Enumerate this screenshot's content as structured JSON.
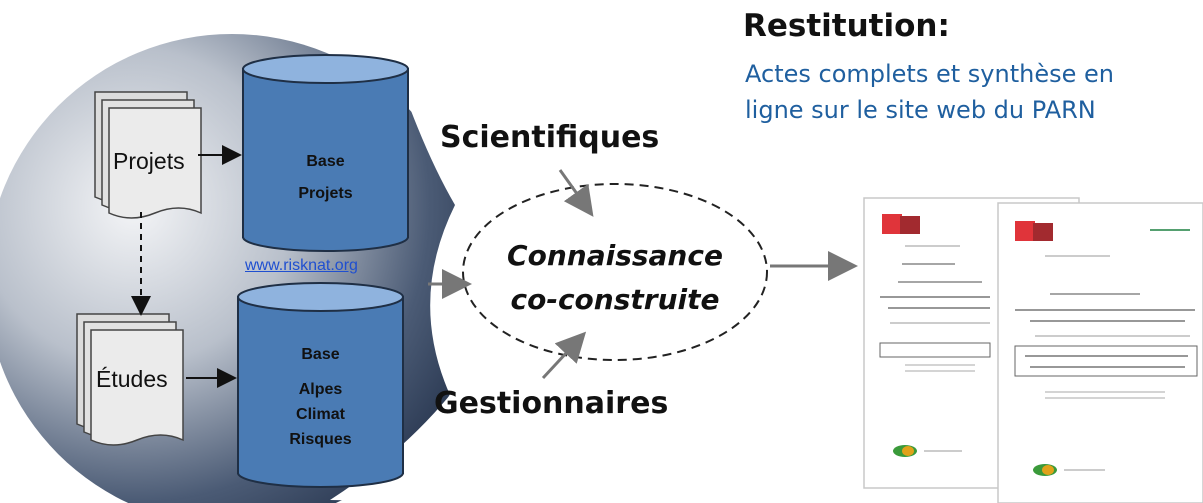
{
  "restitution": {
    "title": "Restitution:",
    "line1": "Actes complets et synthèse en",
    "line2": "ligne sur le site web du PARN"
  },
  "documents": {
    "projets": "Projets",
    "etudes": "Études"
  },
  "databases": {
    "base_projets": [
      "Base",
      "Projets"
    ],
    "base_alpes": [
      "Base",
      "Alpes",
      "Climat",
      "Risques"
    ]
  },
  "link": "www.risknat.org",
  "actors": {
    "scientifiques": "Scientifiques",
    "gestionnaires": "Gestionnaires"
  },
  "knowledge": {
    "line1": "Connaissance",
    "line2": "co-construite"
  },
  "colors": {
    "circle": "#2d3f5e",
    "cylinder": "#4a7bb4",
    "accent_text": "#1f5f9f",
    "link": "#1f4fd0"
  }
}
